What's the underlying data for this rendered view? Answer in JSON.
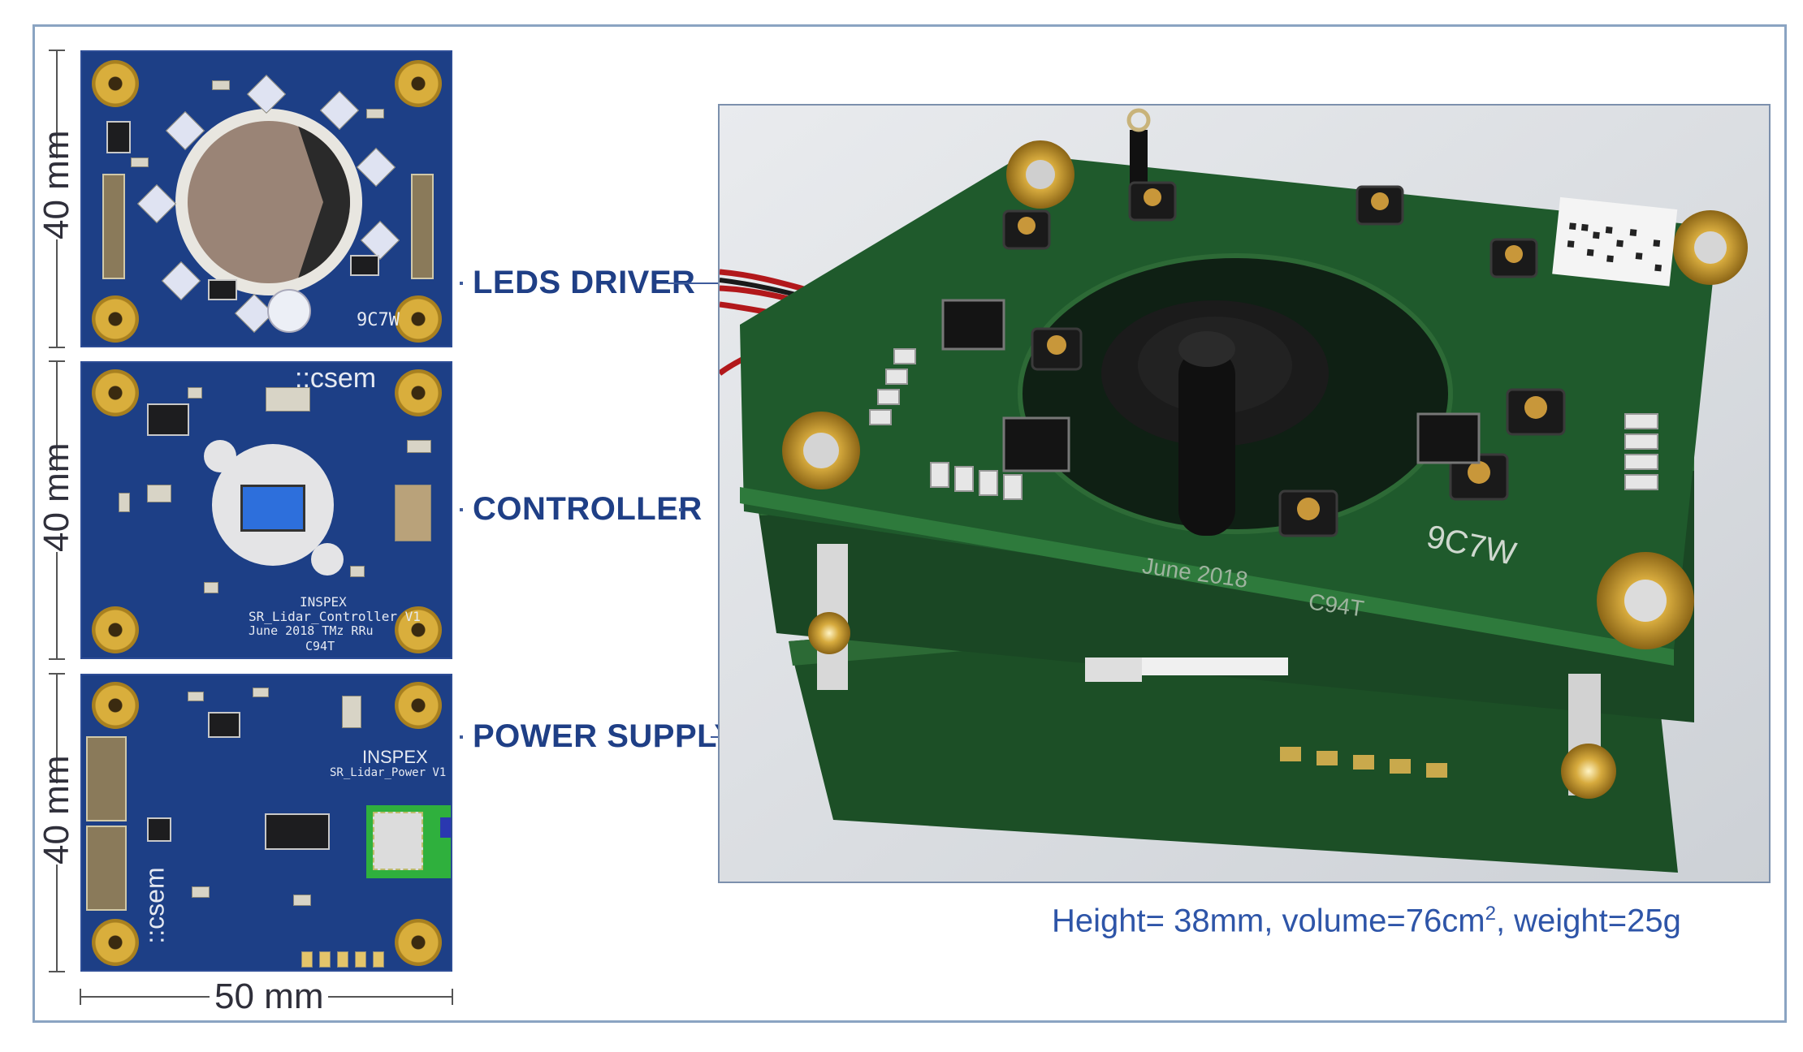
{
  "labels": {
    "height_1": "40 mm",
    "height_2": "40 mm",
    "height_3": "40 mm",
    "width": "50 mm"
  },
  "callouts": {
    "leds_driver": "LEDS DRIVER",
    "controller": "CONTROLLER",
    "power_supply": "POWER SUPPLY"
  },
  "caption": {
    "text_before_sup": "Height= 38mm, volume=76cm",
    "superscript": "2",
    "text_after_sup": ", weight=25g"
  },
  "board_silkscreen": {
    "leds": {
      "code": "9C7W"
    },
    "controller": {
      "logo": "::csem",
      "project": "INSPEX",
      "name": "SR_Lidar_Controller V1",
      "date_line": "June 2018    TMz    RRu",
      "code": "C94T"
    },
    "power": {
      "project": "INSPEX",
      "name": "SR_Lidar_Power V1",
      "logo": "::csem"
    }
  },
  "photo_silkscreen": {
    "code": "9C7W",
    "date": "June 2018",
    "code_2": "C94T"
  },
  "colors": {
    "board_blue": "#1d3f86",
    "pcb_green": "#1f5a2c",
    "gold_pad": "#d9ae3c",
    "callout_text": "#1f3f86",
    "caption_text": "#2e55a8",
    "frame": "#8aa4c2"
  }
}
